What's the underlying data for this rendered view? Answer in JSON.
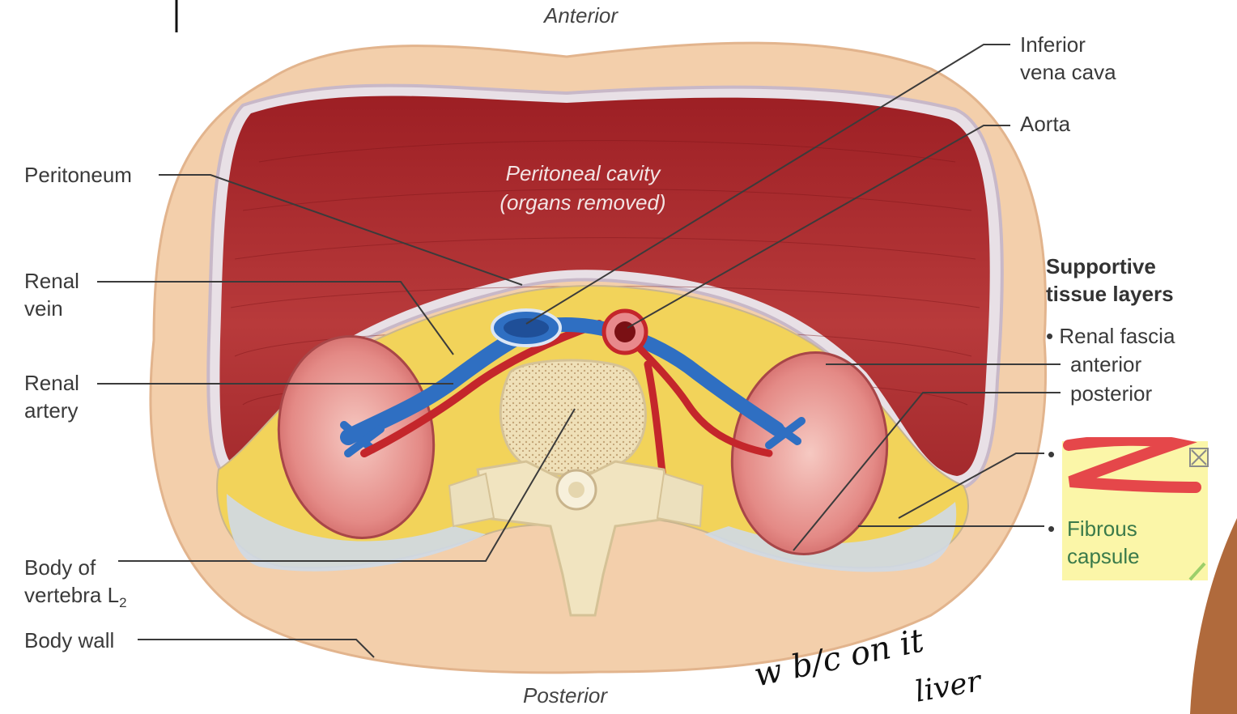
{
  "diagram": {
    "orientation": {
      "top": "Anterior",
      "bottom": "Posterior"
    },
    "cavity": {
      "line1": "Peritoneal cavity",
      "line2": "(organs removed)"
    },
    "left_labels": {
      "peritoneum": "Peritoneum",
      "renal_vein_1": "Renal",
      "renal_vein_2": "vein",
      "renal_artery_1": "Renal",
      "renal_artery_2": "artery",
      "vertebra_1": "Body of",
      "vertebra_2": "vertebra L",
      "vertebra_sub": "2",
      "body_wall": "Body wall"
    },
    "right_labels": {
      "ivc_1": "Inferior",
      "ivc_2": "vena cava",
      "aorta": "Aorta",
      "supportive_1": "Supportive",
      "supportive_2": "tissue layers",
      "bullet": "•",
      "renal_fascia": "Renal fascia",
      "anterior": "anterior",
      "posterior": "posterior",
      "fibrous_1": "Fibrous",
      "fibrous_2": "capsule"
    },
    "handwriting": {
      "line1": "w b/c  on it",
      "line2": "liver"
    },
    "colors": {
      "body_wall": "#f3cfab",
      "muscle": "#a8262a",
      "kidney": "#e88a86",
      "fat": "#f2d35a",
      "vein": "#2f6fc2",
      "artery": "#c4262b",
      "bone": "#f1e4c0",
      "sticky_note": "#fbf6a8",
      "redaction": "#e5474a"
    }
  }
}
